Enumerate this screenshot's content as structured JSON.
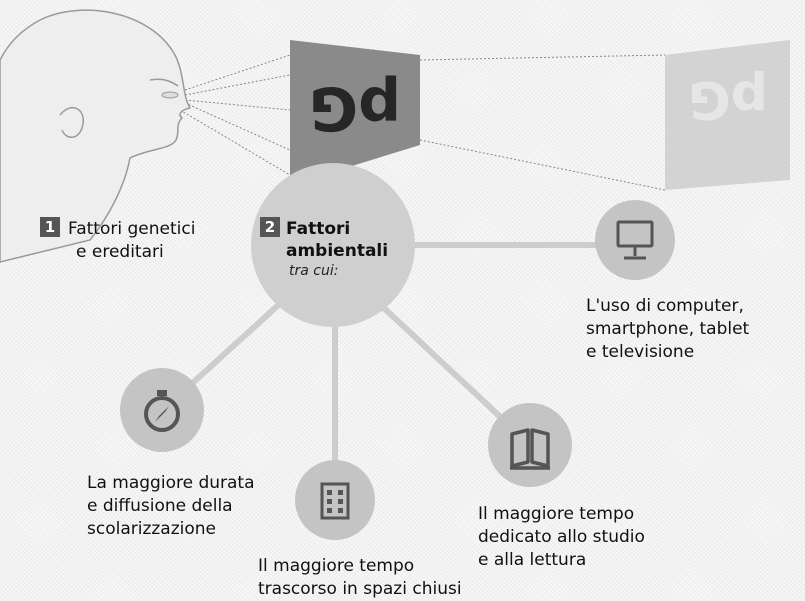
{
  "factor1": {
    "number": "1",
    "line1": "Fattori genetici",
    "line2": "e ereditari"
  },
  "factor2": {
    "number": "2",
    "line1": "Fattori",
    "line2": "ambientali",
    "sub": "tra cui:"
  },
  "billboard_glyph": "pG",
  "items": [
    {
      "id": "screens",
      "icon": "monitor-icon",
      "lines": [
        "L'uso di computer,",
        "smartphone, tablet",
        "e televisione"
      ]
    },
    {
      "id": "schooling",
      "icon": "compass-icon",
      "lines": [
        "La maggiore durata",
        "e diffusione della",
        "scolarizzazione"
      ]
    },
    {
      "id": "indoors",
      "icon": "building-icon",
      "lines": [
        "Il maggiore tempo",
        "trascorso in spazi chiusi"
      ]
    },
    {
      "id": "reading",
      "icon": "book-icon",
      "lines": [
        "Il maggiore tempo",
        "dedicato allo studio",
        "e alla lettura"
      ]
    }
  ],
  "colors": {
    "hub": "#cfcfcf",
    "node": "#c4c4c4",
    "connector": "#cdcdcd",
    "icon": "#555555",
    "billboard_near": "#8a8a8a",
    "billboard_far": "#c8c8c8",
    "badge": "#555555"
  }
}
